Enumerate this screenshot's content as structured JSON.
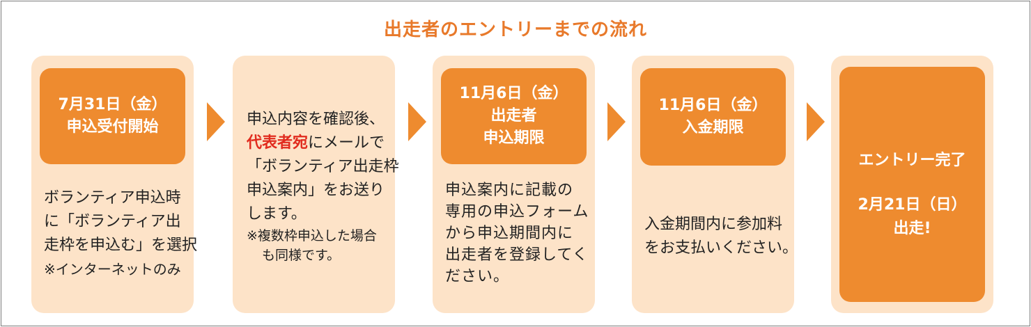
{
  "title": "出走者のエントリーまでの流れ",
  "steps": [
    {
      "header": [
        "7月31日（金）",
        "申込受付開始"
      ],
      "body": [
        "ボランティア申込時",
        "に「ボランティア出",
        "走枠を申込む」を選択"
      ],
      "note": "※インターネットのみ"
    },
    {
      "body_lines": [
        {
          "parts": [
            "申込内容を確認後、"
          ]
        },
        {
          "highlight": "代表者宛",
          "rest": "にメールで"
        },
        {
          "parts": [
            "「ボランティア出走枠"
          ]
        },
        {
          "parts": [
            "申込案内」をお送り"
          ]
        },
        {
          "parts": [
            "します。"
          ]
        }
      ],
      "note": [
        "※複数枠申込した場合",
        "も同様です。"
      ]
    },
    {
      "header": [
        "11月6日（金）",
        "出走者",
        "申込期限"
      ],
      "body": [
        "申込案内に記載の",
        "専用の申込フォーム",
        "から申込期間内に",
        "出走者を登録してく",
        "ださい。"
      ]
    },
    {
      "header": [
        "11月6日（金）",
        "入金期限"
      ],
      "body": [
        "入金期間内に参加料",
        "をお支払いください。"
      ]
    },
    {
      "final": [
        "エントリー完了",
        "2月21日（日）",
        "出走!"
      ]
    }
  ],
  "colors": {
    "accent": "#ee8b2f",
    "title": "#e8792a",
    "card_bg": "#fde3c8",
    "highlight": "#e12b1e"
  }
}
